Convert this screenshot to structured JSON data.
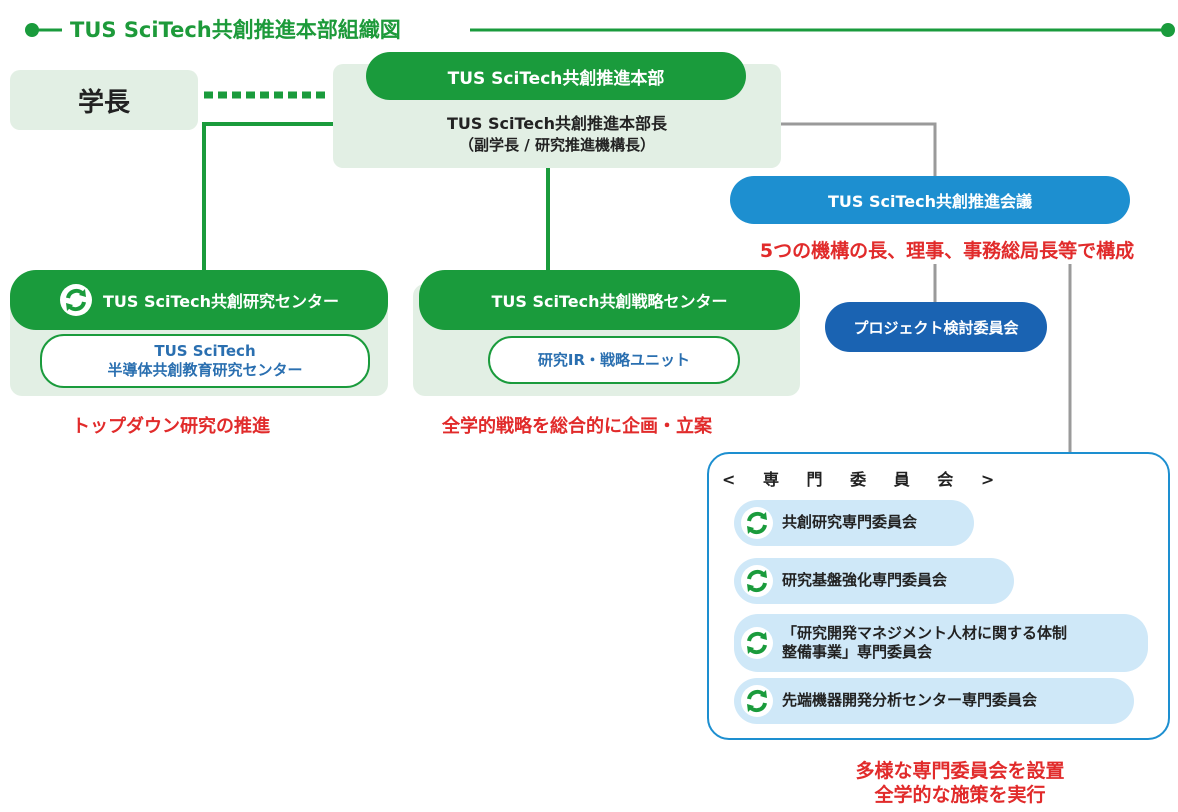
{
  "title": "TUS SciTech共創推進本部組織図",
  "president": "学長",
  "headquarters": {
    "name": "TUS SciTech共創推進本部",
    "director": "TUS SciTech共創推進本部長",
    "director_role": "（副学長 / 研究推進機構長）"
  },
  "council": {
    "name": "TUS SciTech共創推進会議",
    "note": "5つの機構の長、理事、事務総局長等で構成"
  },
  "project_committee": "プロジェクト検討委員会",
  "research_center": {
    "name": "TUS SciTech共創研究センター",
    "sub_line1": "TUS SciTech",
    "sub_line2": "半導体共創教育研究センター",
    "note": "トップダウン研究の推進"
  },
  "strategy_center": {
    "name": "TUS SciTech共創戦略センター",
    "sub": "研究IR・戦略ユニット",
    "note": "全学的戦略を総合的に企画・立案"
  },
  "committees": {
    "header": "< 専 門 委 員 会 >",
    "items": [
      "共創研究専門委員会",
      "研究基盤強化専門委員会",
      "「研究開発マネジメント人材に関する体制",
      "整備事業」専門委員会",
      "先端機器開発分析センター専門委員会"
    ],
    "note_line1": "多様な専門委員会を設置",
    "note_line2": "全学的な施策を実行"
  },
  "colors": {
    "green": "#1a9b3c",
    "light_green": "#e2efe4",
    "blue": "#1d8fd0",
    "dark_blue": "#1a63b2",
    "red": "#e12b2b",
    "light_blue": "#cfe8f8",
    "gray_line": "#9a9a9a"
  },
  "icons": [
    "cycle-icon"
  ]
}
